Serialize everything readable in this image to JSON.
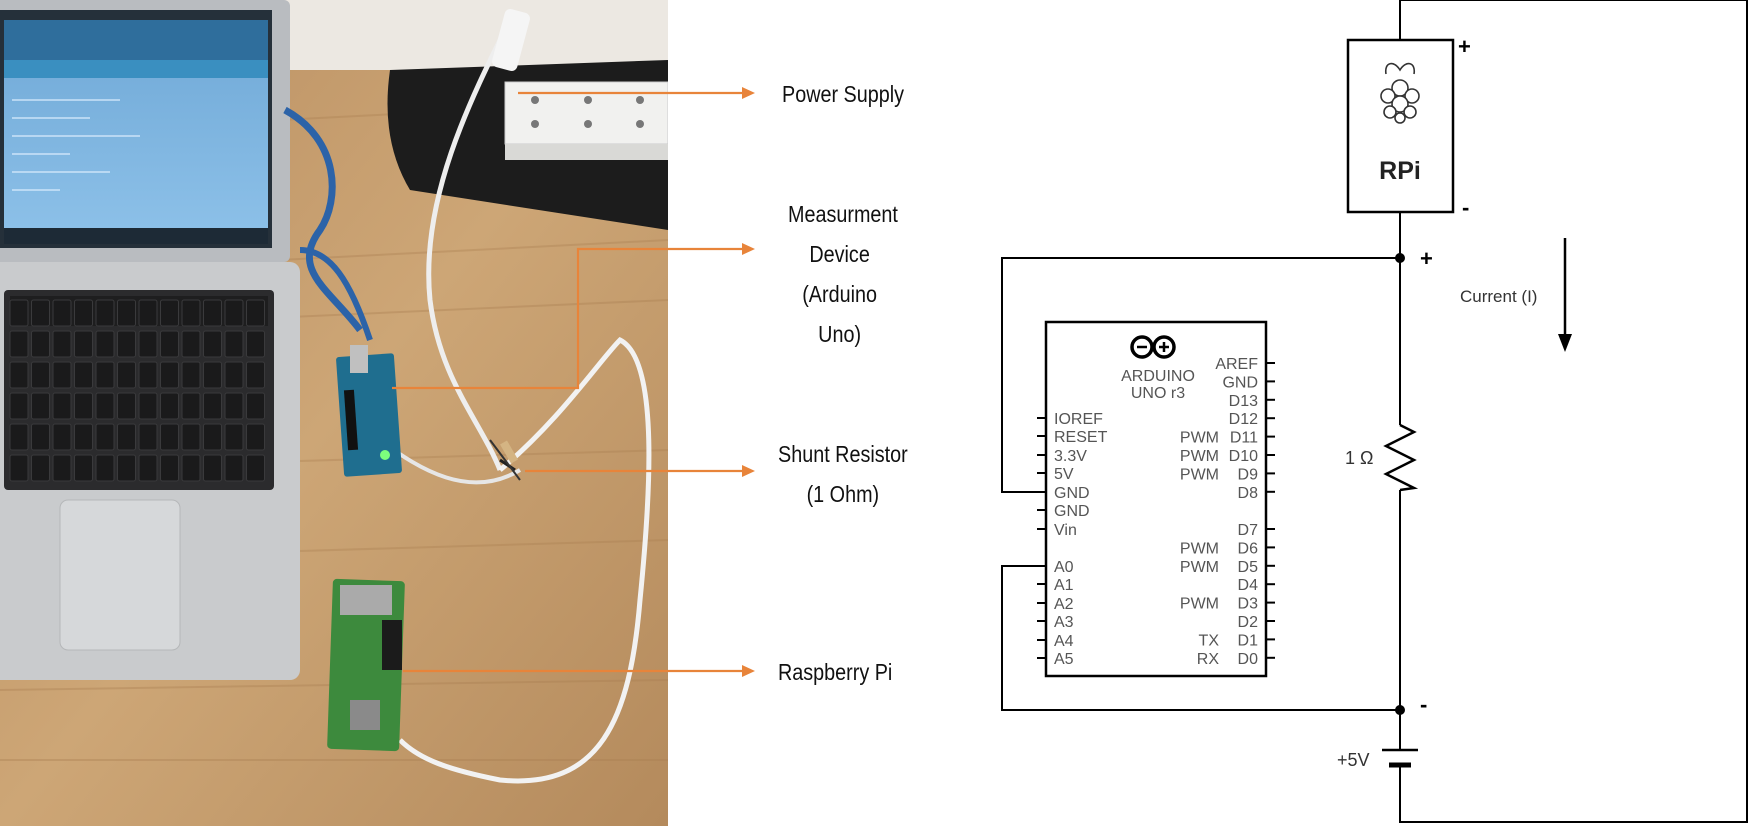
{
  "photo_labels": {
    "power_supply": "Power Supply",
    "measurement_line1": "Measurment",
    "measurement_line2": "Device",
    "measurement_line3": "(Arduino Uno)",
    "shunt_line1": "Shunt Resistor",
    "shunt_line2": "(1 Ohm)",
    "raspberry": "Raspberry Pi"
  },
  "schematic": {
    "rpi_label": "RPi",
    "plus": "+",
    "minus": "-",
    "current_label": "Current (I)",
    "resistor_label": "1 Ω",
    "supply_label": "+5V",
    "arduino_name_1": "ARDUINO",
    "arduino_name_2": "UNO r3",
    "left_pins": [
      "IOREF",
      "RESET",
      "3.3V",
      "5V",
      "GND",
      "GND",
      "Vin",
      "A0",
      "A1",
      "A2",
      "A3",
      "A4",
      "A5"
    ],
    "right_pins": [
      "AREF",
      "GND",
      "D13",
      "D12",
      "D11",
      "D10",
      "D9",
      "D8",
      "D7",
      "D6",
      "D5",
      "D4",
      "D3",
      "D2",
      "D1",
      "D0"
    ],
    "pin_functions": [
      "PWM",
      "PWM",
      "PWM",
      "PWM",
      "PWM",
      "PWM",
      "TX",
      "RX"
    ]
  },
  "colors": {
    "arrow": "#e8843a",
    "wire": "#000000",
    "desk": "#c79e6e"
  }
}
